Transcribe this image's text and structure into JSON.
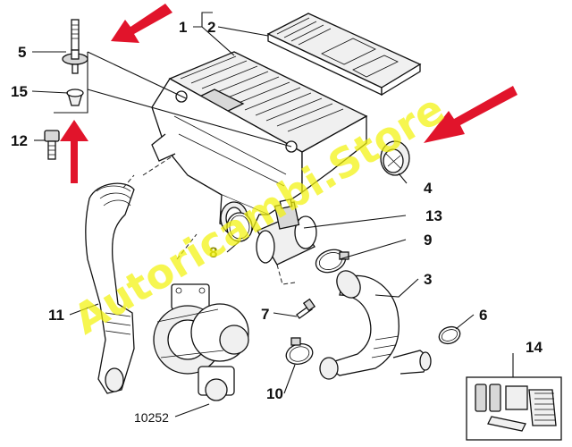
{
  "callouts": {
    "c1": "1",
    "c2": "2",
    "c3": "3",
    "c4": "4",
    "c5": "5",
    "c6": "6",
    "c7": "7",
    "c8": "8",
    "c9": "9",
    "c10": "10",
    "c11": "11",
    "c12": "12",
    "c13": "13",
    "c14": "14",
    "c15": "15",
    "c10252": "10252"
  },
  "watermark": "Autoricambi.Store",
  "colors": {
    "arrow": "#e1142b",
    "watermark": "#f2f20c",
    "line": "#111111"
  }
}
